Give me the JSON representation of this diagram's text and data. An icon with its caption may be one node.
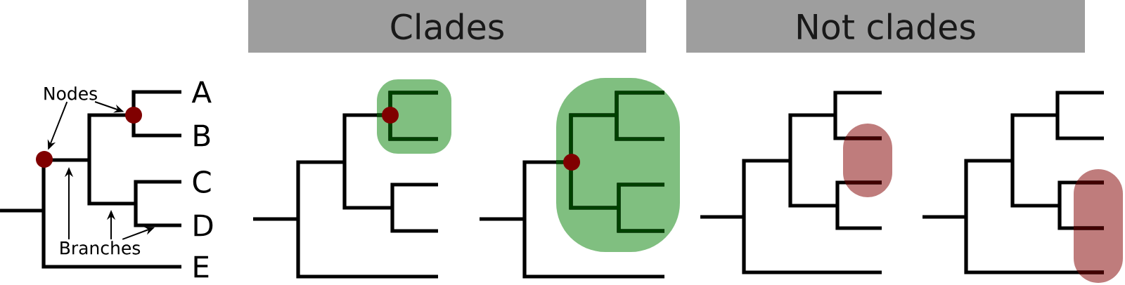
{
  "diagram": {
    "nodes": [
      {
        "text": [
          "Clades"
        ]
      },
      {
        "text": [
          "Not clades"
        ]
      },
      {
        "text": [
          "Nodes"
        ]
      },
      {
        "text": [],
        "shape": "circle"
      },
      {
        "text": [],
        "shape": "circle"
      },
      {
        "text": [
          "Branches"
        ]
      },
      {
        "text": [],
        "shape": "circle"
      },
      {
        "text": [],
        "shape": "circle"
      }
    ],
    "edges": [
      {
        "from": 2,
        "to": 3,
        "arrow": "to"
      },
      {
        "from": 2,
        "to": 4,
        "arrow": "to"
      },
      {
        "from": 5,
        "to": null,
        "arrow": "to"
      },
      {
        "from": 5,
        "to": null,
        "arrow": "to"
      },
      {
        "from": 5,
        "to": null,
        "arrow": "to"
      }
    ],
    "labels": [
      "A",
      "B",
      "C",
      "D",
      "E"
    ]
  }
}
